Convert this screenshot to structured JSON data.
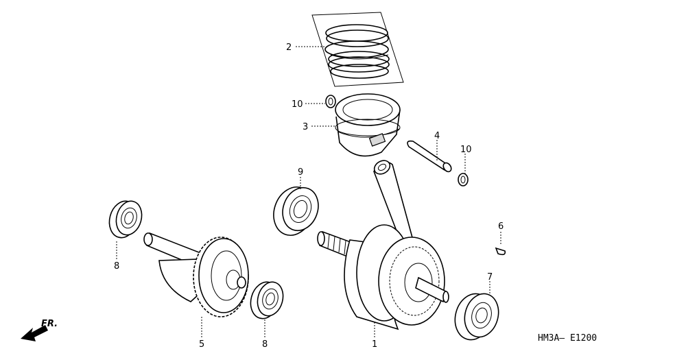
{
  "diagram": {
    "callouts": [
      {
        "id": "1",
        "part": "crankshaft"
      },
      {
        "id": "2",
        "part": "piston-ring-set"
      },
      {
        "id": "3",
        "part": "piston"
      },
      {
        "id": "4",
        "part": "piston-pin"
      },
      {
        "id": "5",
        "part": "balancer-gear"
      },
      {
        "id": "6",
        "part": "woodruff-key"
      },
      {
        "id": "7",
        "part": "crank-bearing"
      },
      {
        "id": "8",
        "part": "balancer-bearing"
      },
      {
        "id": "8b",
        "part": "balancer-bearing-lower"
      },
      {
        "id": "9",
        "part": "crank-bearing-left"
      },
      {
        "id": "10",
        "part": "piston-pin-clip"
      },
      {
        "id": "10b",
        "part": "piston-pin-clip-right"
      }
    ],
    "labels": {
      "l1": "1",
      "l2": "2",
      "l3": "3",
      "l4": "4",
      "l5": "5",
      "l6": "6",
      "l7": "7",
      "l8a": "8",
      "l8b": "8",
      "l9": "9",
      "l10a": "10",
      "l10b": "10"
    },
    "diagram_code": "HM3A— E1200",
    "direction_label": "FR."
  }
}
